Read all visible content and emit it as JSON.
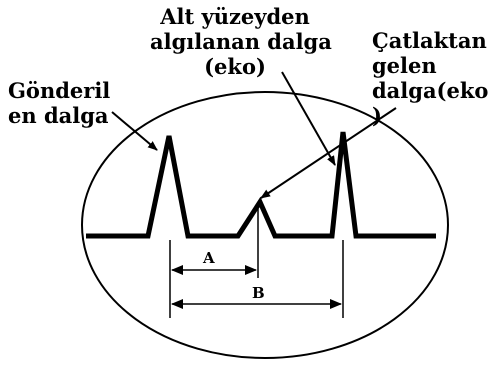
{
  "labels": {
    "sent_wave_line1": "Gönderil",
    "sent_wave_line2": "en dalga",
    "bottom_echo_line1": "Alt yüzeyden",
    "bottom_echo_line2": "algılanan dalga",
    "bottom_echo_line3": "(eko)",
    "crack_echo_line1": "Çatlaktan",
    "crack_echo_line2": "gelen",
    "crack_echo_line3": "dalga(eko",
    "crack_echo_line4": ")"
  },
  "dimensions": {
    "a_label": "A",
    "b_label": "B"
  },
  "colors": {
    "stroke": "#000000",
    "background": "#ffffff"
  }
}
